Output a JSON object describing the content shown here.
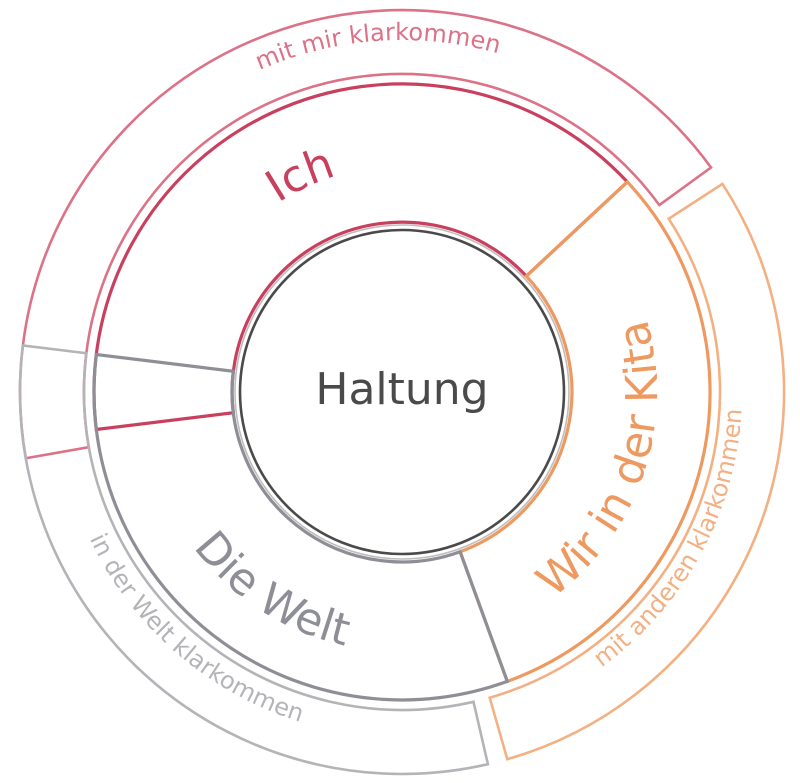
{
  "center": {
    "label": "Haltung",
    "color": "#4a4a4a"
  },
  "segments": [
    {
      "id": "ich",
      "label": "Ich",
      "outer_label": "mit mir klarkommen",
      "color": "#c8405e",
      "outer_color": "#dc7288"
    },
    {
      "id": "kita",
      "label": "Wir in der Kita",
      "outer_label": "mit anderen klarkommen",
      "color": "#ee9960",
      "outer_color": "#f3b082"
    },
    {
      "id": "welt",
      "label": "Die Welt",
      "outer_label": "in der Welt klarkommen",
      "color": "#8e8e96",
      "outer_color": "#b4b4b8"
    }
  ]
}
